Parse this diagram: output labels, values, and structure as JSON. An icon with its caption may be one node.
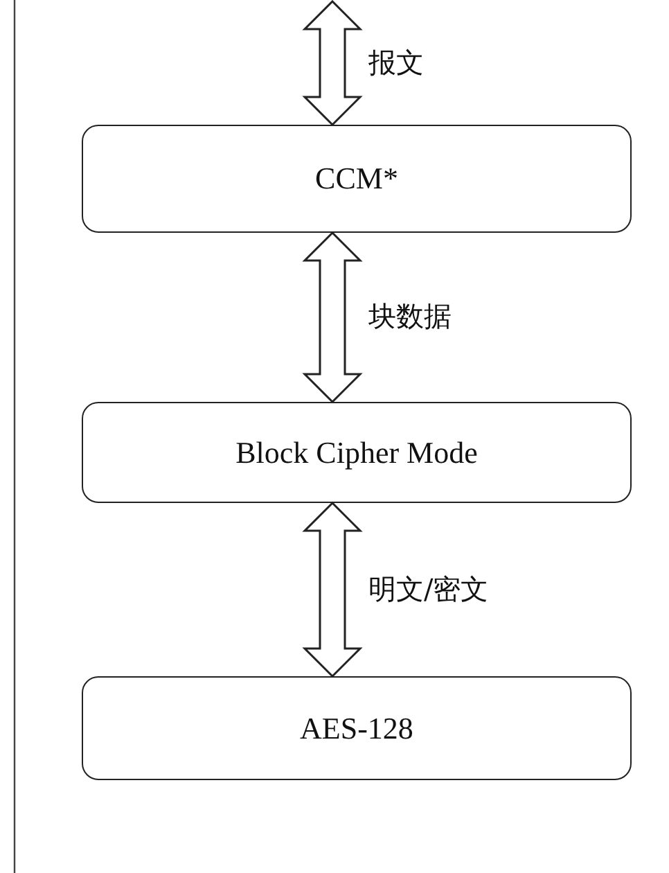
{
  "diagram": {
    "nodes": [
      {
        "text": [
          "CCM*"
        ]
      },
      {
        "text": [
          "Block Cipher Mode"
        ]
      },
      {
        "text": [
          "AES-128"
        ]
      }
    ],
    "edges": [
      {
        "from": null,
        "to": 0,
        "arrow": "both",
        "label": "报文"
      },
      {
        "from": 0,
        "to": 1,
        "arrow": "both",
        "label": "块数据"
      },
      {
        "from": 1,
        "to": 2,
        "arrow": "both",
        "label": "明文/密文"
      }
    ]
  }
}
